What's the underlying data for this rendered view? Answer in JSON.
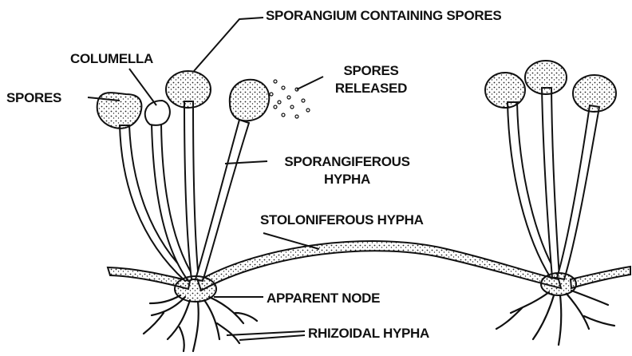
{
  "diagram": {
    "labels": {
      "sporangium": "SPORANGIUM CONTAINING SPORES",
      "columella": "COLUMELLA",
      "spores": "SPORES",
      "spores_released_line1": "SPORES",
      "spores_released_line2": "RELEASED",
      "sporangiferous_line1": "SPORANGIFEROUS",
      "sporangiferous_line2": "HYPHA",
      "stoloniferous": "STOLONIFEROUS HYPHA",
      "apparent_node": "APPARENT NODE",
      "rhizoidal": "RHIZOIDAL HYPHA"
    },
    "colors": {
      "ink": "#111111",
      "paper": "#ffffff",
      "stipple": "#222222"
    }
  }
}
